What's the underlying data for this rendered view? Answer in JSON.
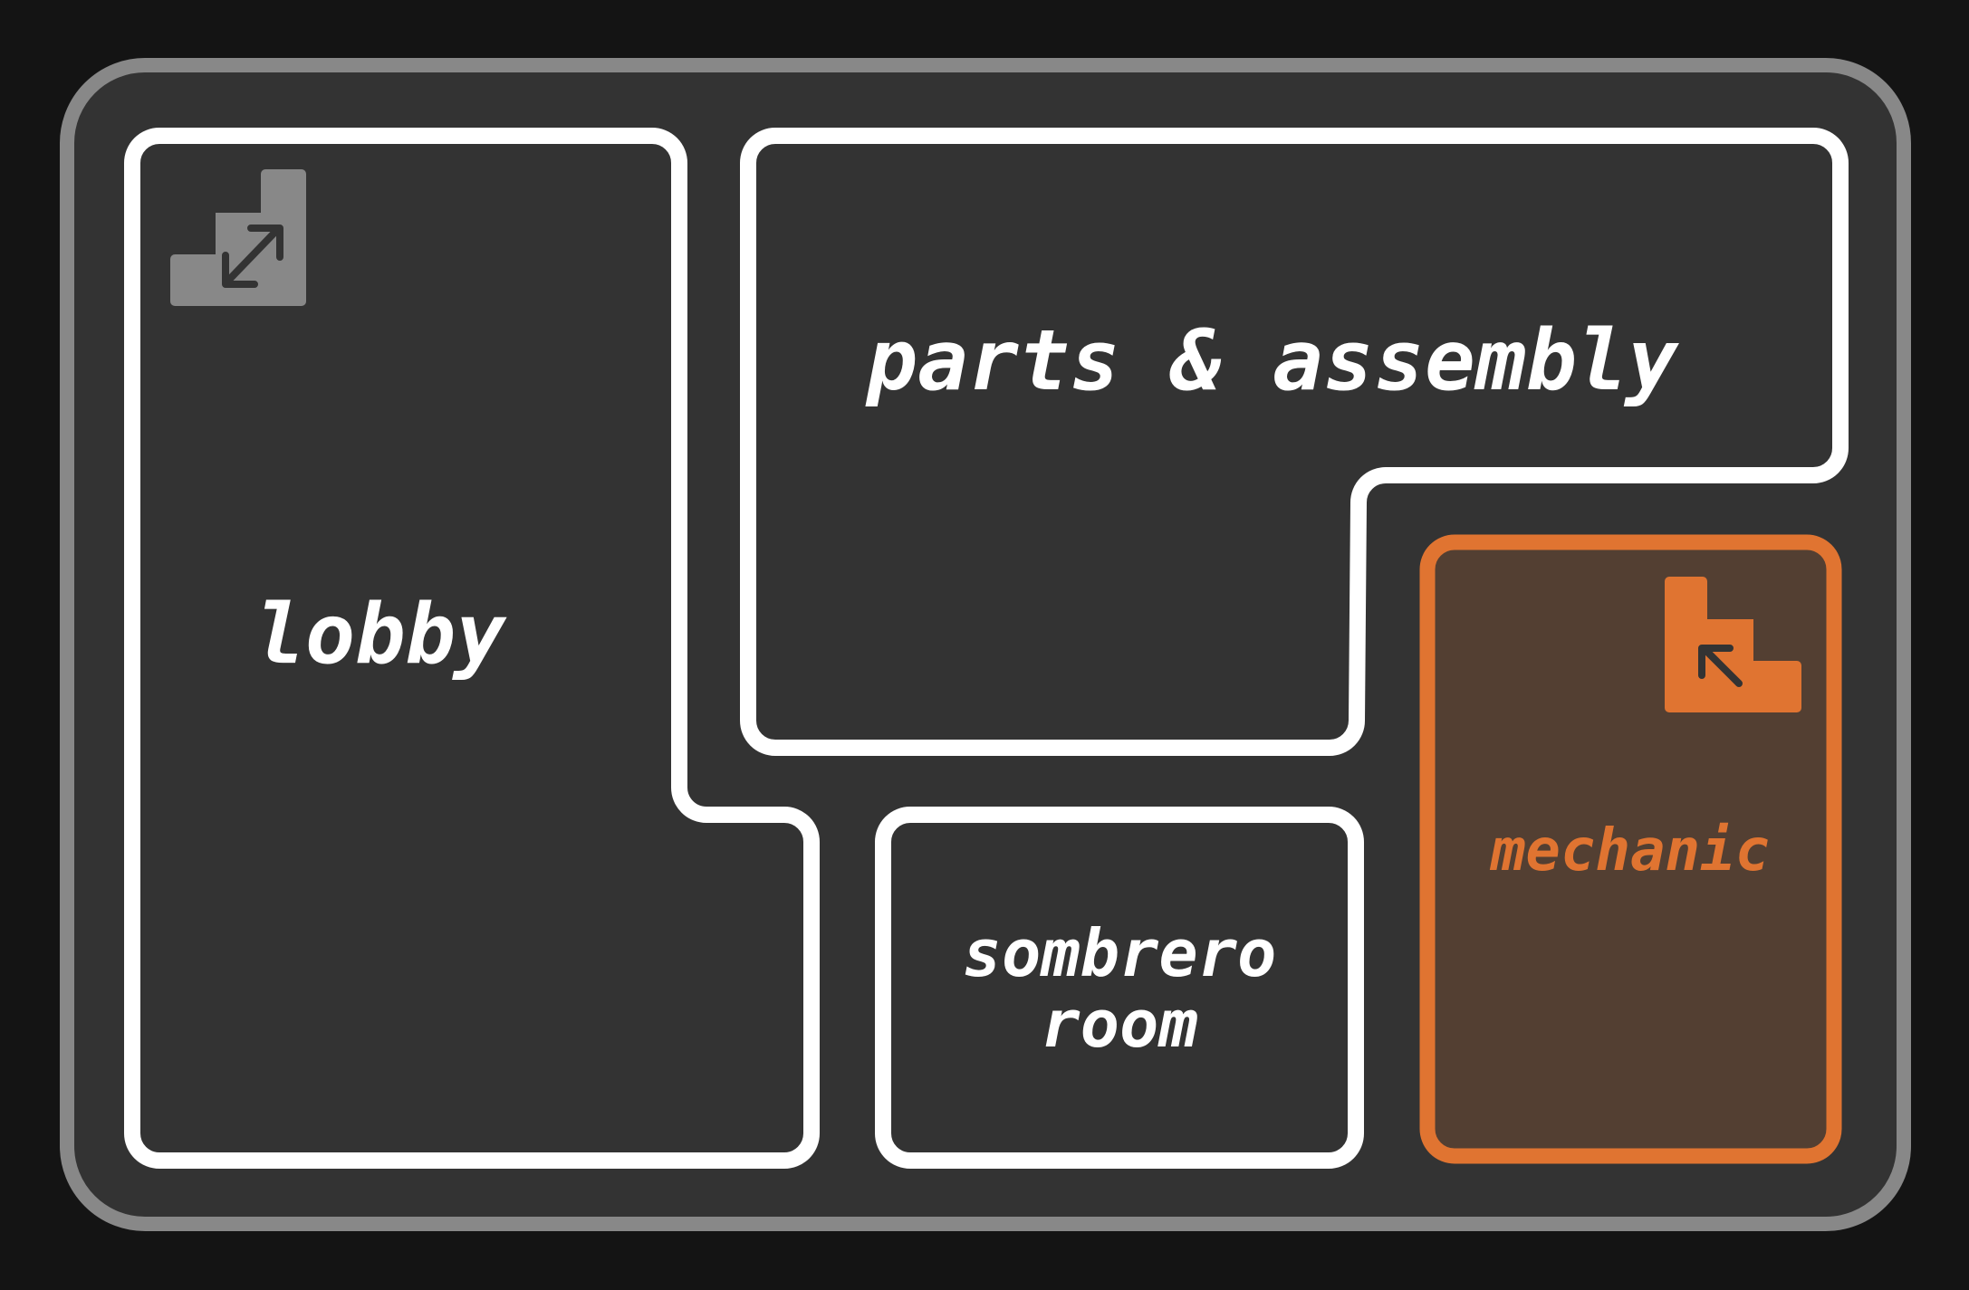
{
  "rooms": {
    "lobby": {
      "label": "lobby"
    },
    "parts_assembly": {
      "label": "parts & assembly"
    },
    "sombrero_room": {
      "label_line1": "sombrero",
      "label_line2": "room"
    },
    "mechanic": {
      "label": "mechanic",
      "highlighted": true
    }
  },
  "icons": {
    "lobby_stairs": "stairs-up-down-icon",
    "mechanic_stairs": "stairs-up-icon"
  },
  "colors": {
    "background": "#141414",
    "building_fill": "#333333",
    "building_border": "#888888",
    "room_border": "#ffffff",
    "room_text": "#ffffff",
    "highlight": "#e07431",
    "highlight_fill": "#533f32",
    "stair_icon_gray": "#888888",
    "icon_arrow": "#333333"
  }
}
